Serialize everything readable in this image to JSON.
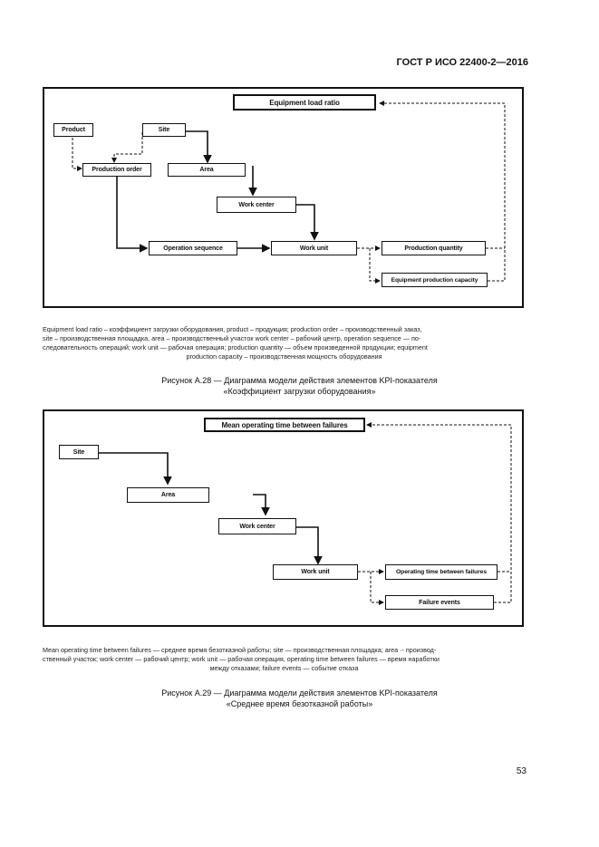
{
  "header": {
    "standard": "ГОСТ Р ИСО 22400-2—2016"
  },
  "figure1": {
    "boxes": {
      "title": "Equipment load ratio",
      "product": "Product",
      "site": "Site",
      "production_order": "Production order",
      "area": "Area",
      "work_center": "Work center",
      "operation_sequence": "Operation sequence",
      "work_unit": "Work unit",
      "production_quantity": "Production quantity",
      "equipment_production_capacity": "Equipment production capacity"
    },
    "legend": [
      "Equipment load ratio  –  коэффициент загрузки оборудования, product  –  продукция; production order  –  производственный заказ,",
      "site  –  производственная площадка, area  –  производственный участок  work center  –  рабочий центр, operation sequence  —  по-",
      "следовательность операций; work unit — рабочая операция; production quantity — объем произведенной продукции; equipment",
      "production capacity  –  производственная мощность оборудования"
    ],
    "caption": [
      "Рисунок А.28 — Диаграмма модели действия элементов KPI-показателя",
      "«Коэффициент загрузки оборудования»"
    ]
  },
  "figure2": {
    "boxes": {
      "title": "Mean operating time between failures",
      "site": "Site",
      "area": "Area",
      "work_center": "Work center",
      "work_unit": "Work unit",
      "operating_time_between_failures": "Operating time between failures",
      "failure_events": "Failure events"
    },
    "legend": [
      "Mean operating time between failures — среднее время безотказной работы; site — производственная площадка; area  ·-  производ-",
      "ственный участок; work center —  рабочий центр; work unit — рабочая операция, operating time between failures —  время наработки",
      "между отказами; failure events —  событие отказа"
    ],
    "caption": [
      "Рисунок А.29 — Диаграмма модели действия элементов KPI-показателя",
      "«Среднее время безотказной работы»"
    ]
  },
  "page_number": "53"
}
